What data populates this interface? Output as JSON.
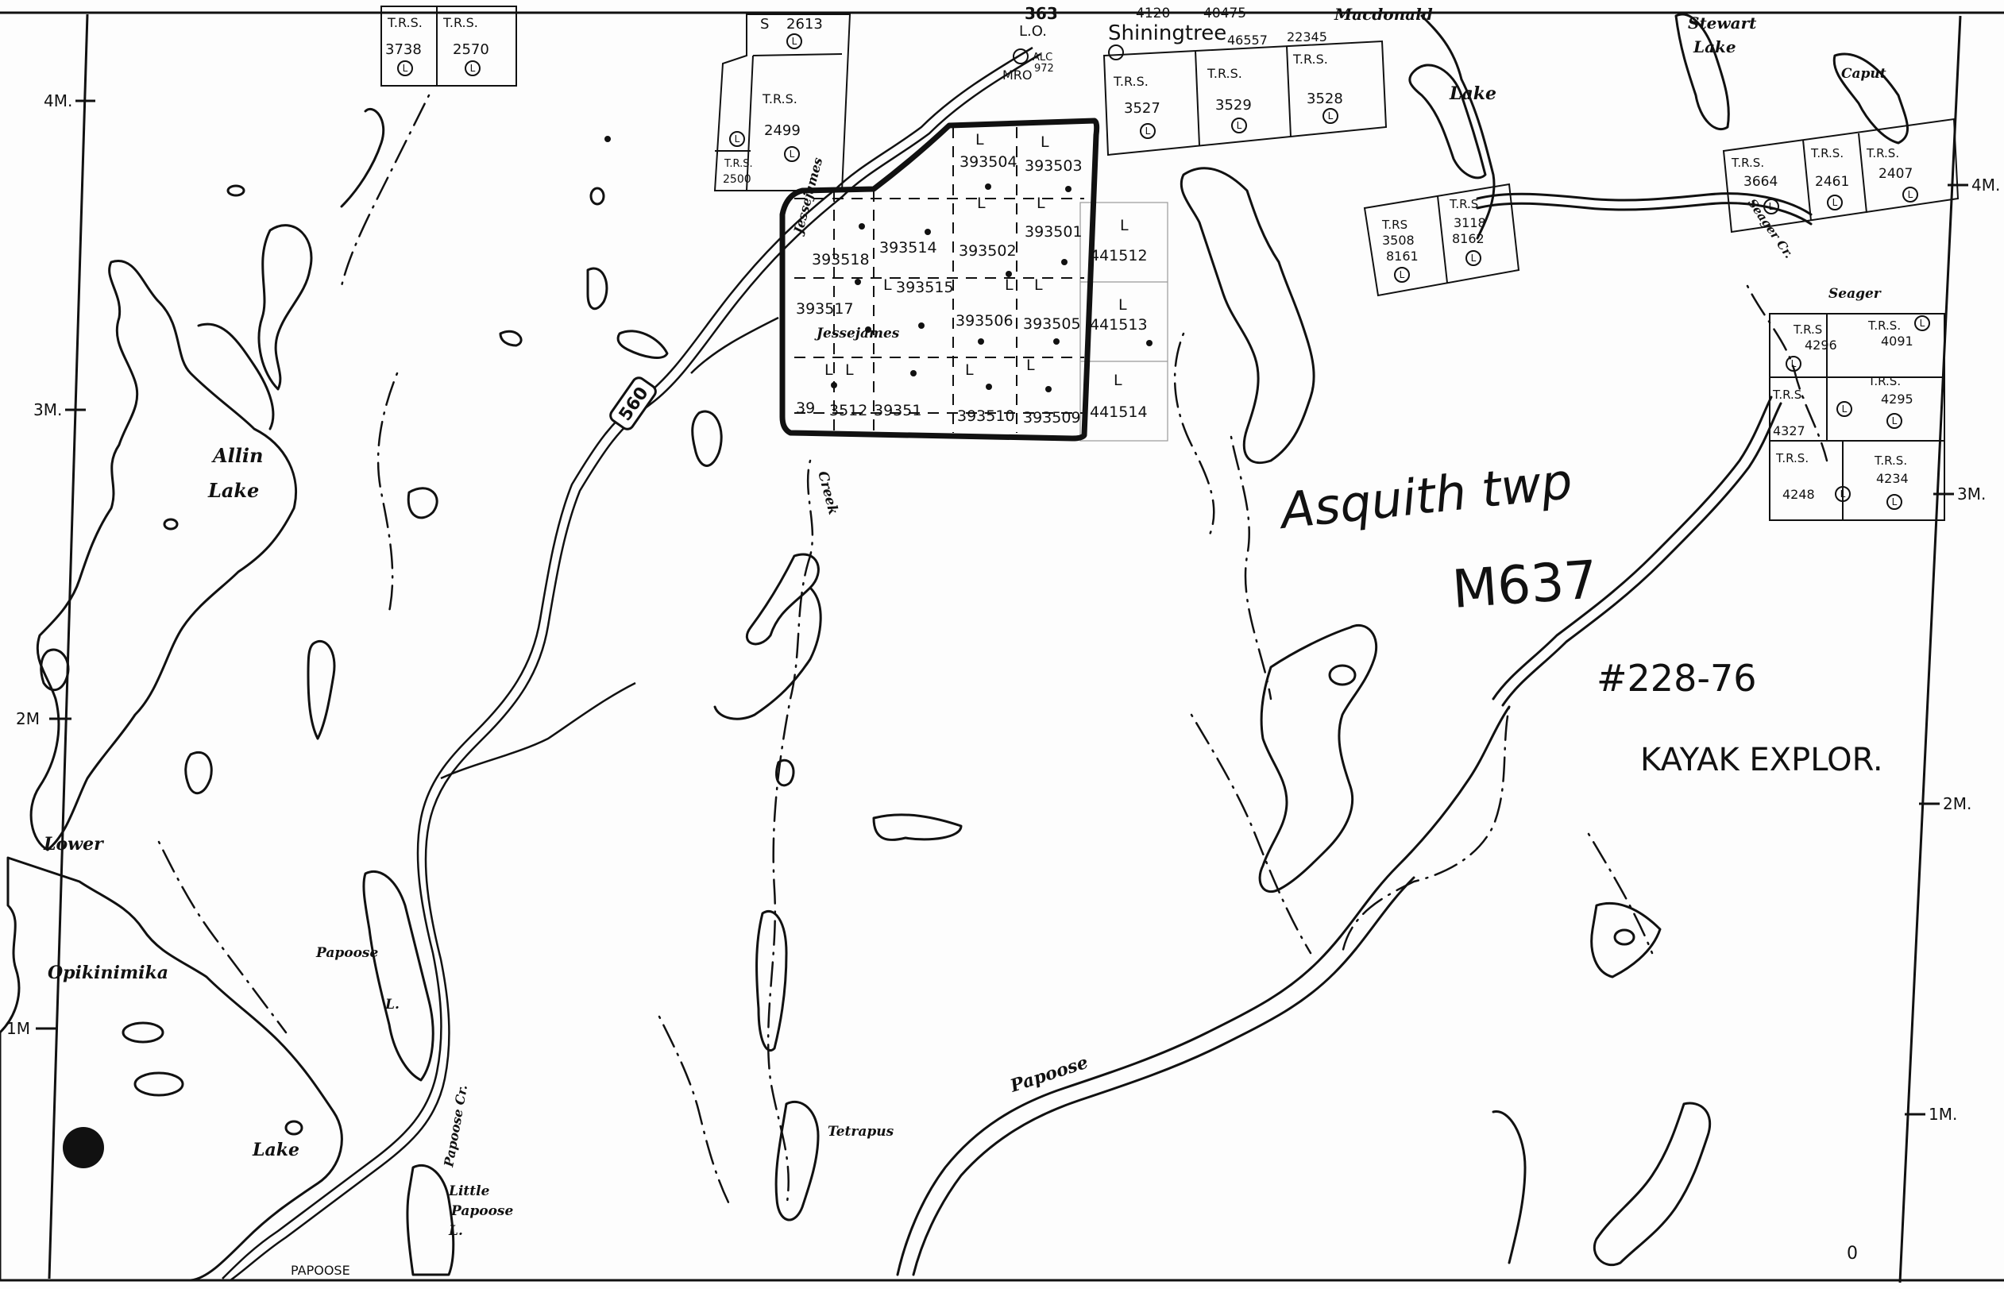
{
  "map": {
    "scale_marks_left": [
      "4M.",
      "3M.",
      "2M",
      "1M"
    ],
    "scale_marks_right": [
      "4M.",
      "3M.",
      "2M.",
      "1M."
    ],
    "place_names": {
      "shiningtree": "Shiningtree",
      "allin": "Allin",
      "allin_lake": "Lake",
      "lower": "Lower",
      "opikinimika": "Opikinimika",
      "opik_lake": "Lake",
      "papoose_l": "Papoose",
      "papoose_l2": "L.",
      "papoose_river": "Papoose",
      "papoose_cr": "Papoose Cr.",
      "little": "Little",
      "little_papoose": "Papoose",
      "little_l": "L.",
      "tetrapus": "Tetrapus",
      "creek": "Creek",
      "jessejames": "Jessejames",
      "jessejames_cr": "Jessejames",
      "lake_ne": "Lake",
      "stewart": "Stewart",
      "stewart_lake": "Lake",
      "caput": "Caput",
      "seager": "Seager",
      "seager_cr": "Seager Cr.",
      "macdonald": "Macdonald",
      "highway": "560"
    },
    "trs_top_left": [
      {
        "label": "T.R.S.",
        "num": "3738",
        "mark": "L"
      },
      {
        "label": "T.R.S.",
        "num": "2570",
        "mark": "L"
      }
    ],
    "trs_top_center": [
      {
        "label": "T.R.S.",
        "num": "3527",
        "mark": "L"
      },
      {
        "label": "T.R.S.",
        "num": "3529",
        "mark": "L"
      },
      {
        "label": "T.R.S.",
        "num": "3528",
        "mark": "L"
      }
    ],
    "trs_left_col": [
      {
        "label": "T.R.S.",
        "num": "2499",
        "mark": "L"
      },
      {
        "label": "T.R.S.",
        "num": "2500",
        "mark": "L"
      },
      {
        "label": "S",
        "num": "2613",
        "mark": "L"
      }
    ],
    "trs_mid_right": [
      {
        "label": "T.RS",
        "num": "3508",
        "num2": "8161",
        "mark": "L"
      },
      {
        "label": "T.R.S",
        "num": "3118",
        "num2": "8162",
        "mark": "L"
      }
    ],
    "trs_far_right": [
      {
        "label": "T.R.S.",
        "num": "3664",
        "mark": "L"
      },
      {
        "label": "T.R.S.",
        "num": "2461",
        "mark": "L"
      },
      {
        "label": "T.R.S.",
        "num": "2407",
        "mark": "L"
      },
      {
        "label": "T.R.S",
        "num": "4296",
        "mark": "L"
      },
      {
        "label": "T.R.S.",
        "num": "4091",
        "mark": "L"
      },
      {
        "label": "T.R.S.",
        "num": "4327",
        "mark": "L"
      },
      {
        "label": "T.R.S.",
        "num": "4295",
        "mark": "L"
      },
      {
        "label": "T.R.S.",
        "num": "4248",
        "mark": "L"
      },
      {
        "label": "T.R.S.",
        "num": "4234",
        "mark": "L"
      }
    ],
    "top_misc": [
      "363",
      "L.O.",
      "ALC",
      "972",
      "MRO",
      "4120",
      "40475",
      "46557",
      "22345"
    ],
    "claims": {
      "c393504": "393504",
      "c393503": "393503",
      "c393501": "393501",
      "c393514": "393514",
      "c393502": "393502",
      "c393518": "393518",
      "c393515": "393515",
      "c393517": "393517",
      "c393506": "393506",
      "c393505": "393505",
      "c39": "39",
      "c3512": "3512",
      "c393511": "39351",
      "c393510": "393510",
      "c393509": "393509",
      "c441512": "441512",
      "c441513": "441513",
      "c441514": "441514",
      "mark_l": "L"
    },
    "handwriting": {
      "line1": "Asquith twp",
      "line2": "M637",
      "file_no": "#228-76",
      "company": "KAYAK EXPLOR."
    },
    "corner_mark": "0",
    "bottom_label": "PAPOOSE"
  }
}
